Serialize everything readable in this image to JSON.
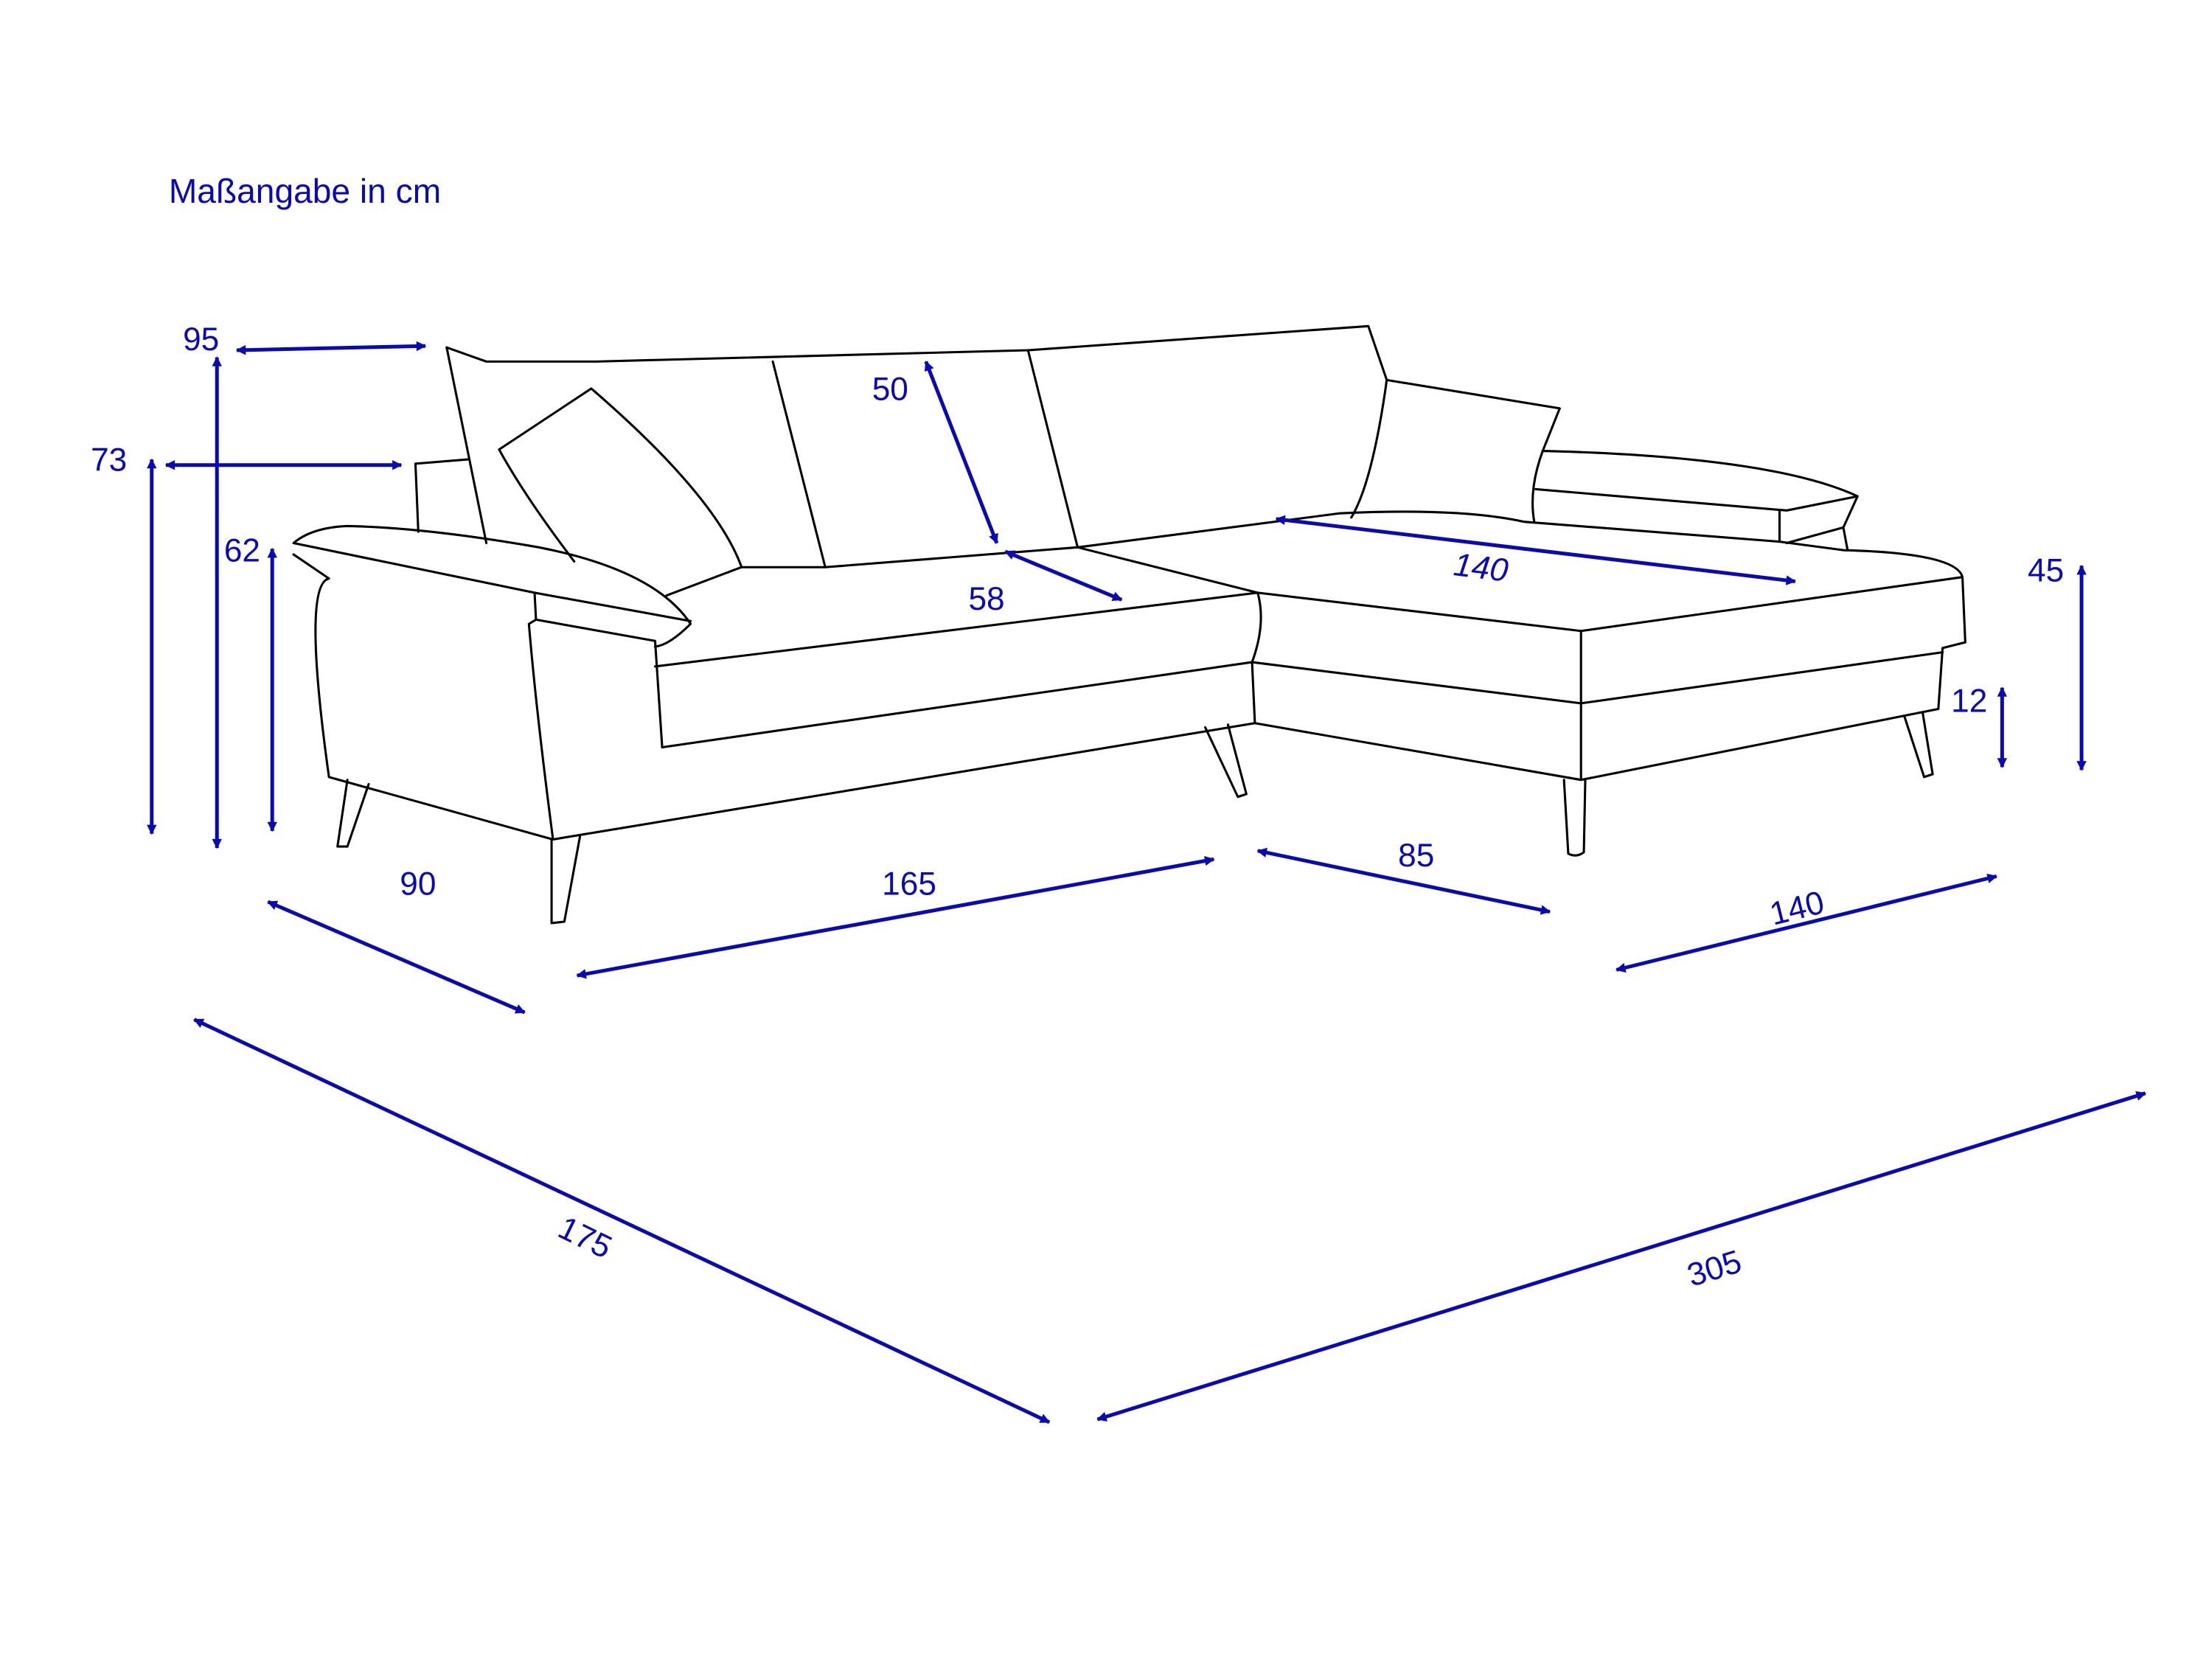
{
  "title": "Maßangabe in cm",
  "colors": {
    "dimension": "#0a0ab4",
    "outline": "#000000"
  },
  "dimensions": {
    "total_height": "95",
    "armrest_height": "73",
    "backrest_top_offset": "95",
    "seat_height_arm": "62",
    "backrest_height": "50",
    "seat_depth": "58",
    "chaise_inner_length": "140",
    "chaise_height": "45",
    "leg_height": "12",
    "arm_depth": "90",
    "main_front_width": "165",
    "middle_width": "85",
    "chaise_front_width": "140",
    "total_depth": "175",
    "total_width": "305"
  }
}
